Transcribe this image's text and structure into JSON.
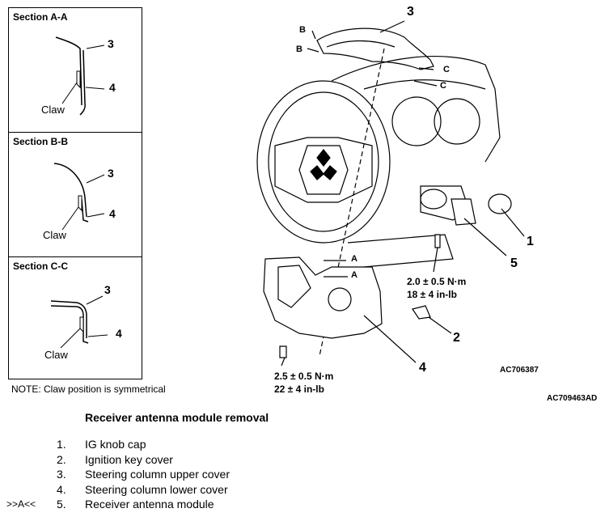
{
  "sections": [
    {
      "title": "Section A-A",
      "part_upper": "3",
      "part_lower": "4",
      "claw_label": "Claw"
    },
    {
      "title": "Section B-B",
      "part_upper": "3",
      "part_lower": "4",
      "claw_label": "Claw"
    },
    {
      "title": "Section C-C",
      "part_upper": "3",
      "part_lower": "4",
      "claw_label": "Claw"
    }
  ],
  "note": "NOTE: Claw position is symmetrical",
  "diagram": {
    "callouts": {
      "c1": "1",
      "c2": "2",
      "c3": "3",
      "c4": "4",
      "c5": "5"
    },
    "section_marks": {
      "b1": "B",
      "b2": "B",
      "c1": "C",
      "c2": "C",
      "a1": "A",
      "a2": "A"
    },
    "torque_right": {
      "metric": "2.0 ± 0.5 N·m",
      "imperial": "18 ± 4 in-lb"
    },
    "torque_left": {
      "metric": "2.5 ± 0.5 N·m",
      "imperial": "22 ± 4 in-lb"
    },
    "figure_code_inner": "AC706387",
    "figure_code_outer": "AC709463AD"
  },
  "procedure": {
    "title": "Receiver antenna module removal",
    "steps": [
      {
        "marker": "",
        "number": "1.",
        "text": "IG knob cap"
      },
      {
        "marker": "",
        "number": "2.",
        "text": "Ignition key cover"
      },
      {
        "marker": "",
        "number": "3.",
        "text": "Steering column upper cover"
      },
      {
        "marker": "",
        "number": "4.",
        "text": "Steering column lower cover"
      },
      {
        "marker": ">>A<<",
        "number": "5.",
        "text": "Receiver antenna module"
      }
    ]
  }
}
